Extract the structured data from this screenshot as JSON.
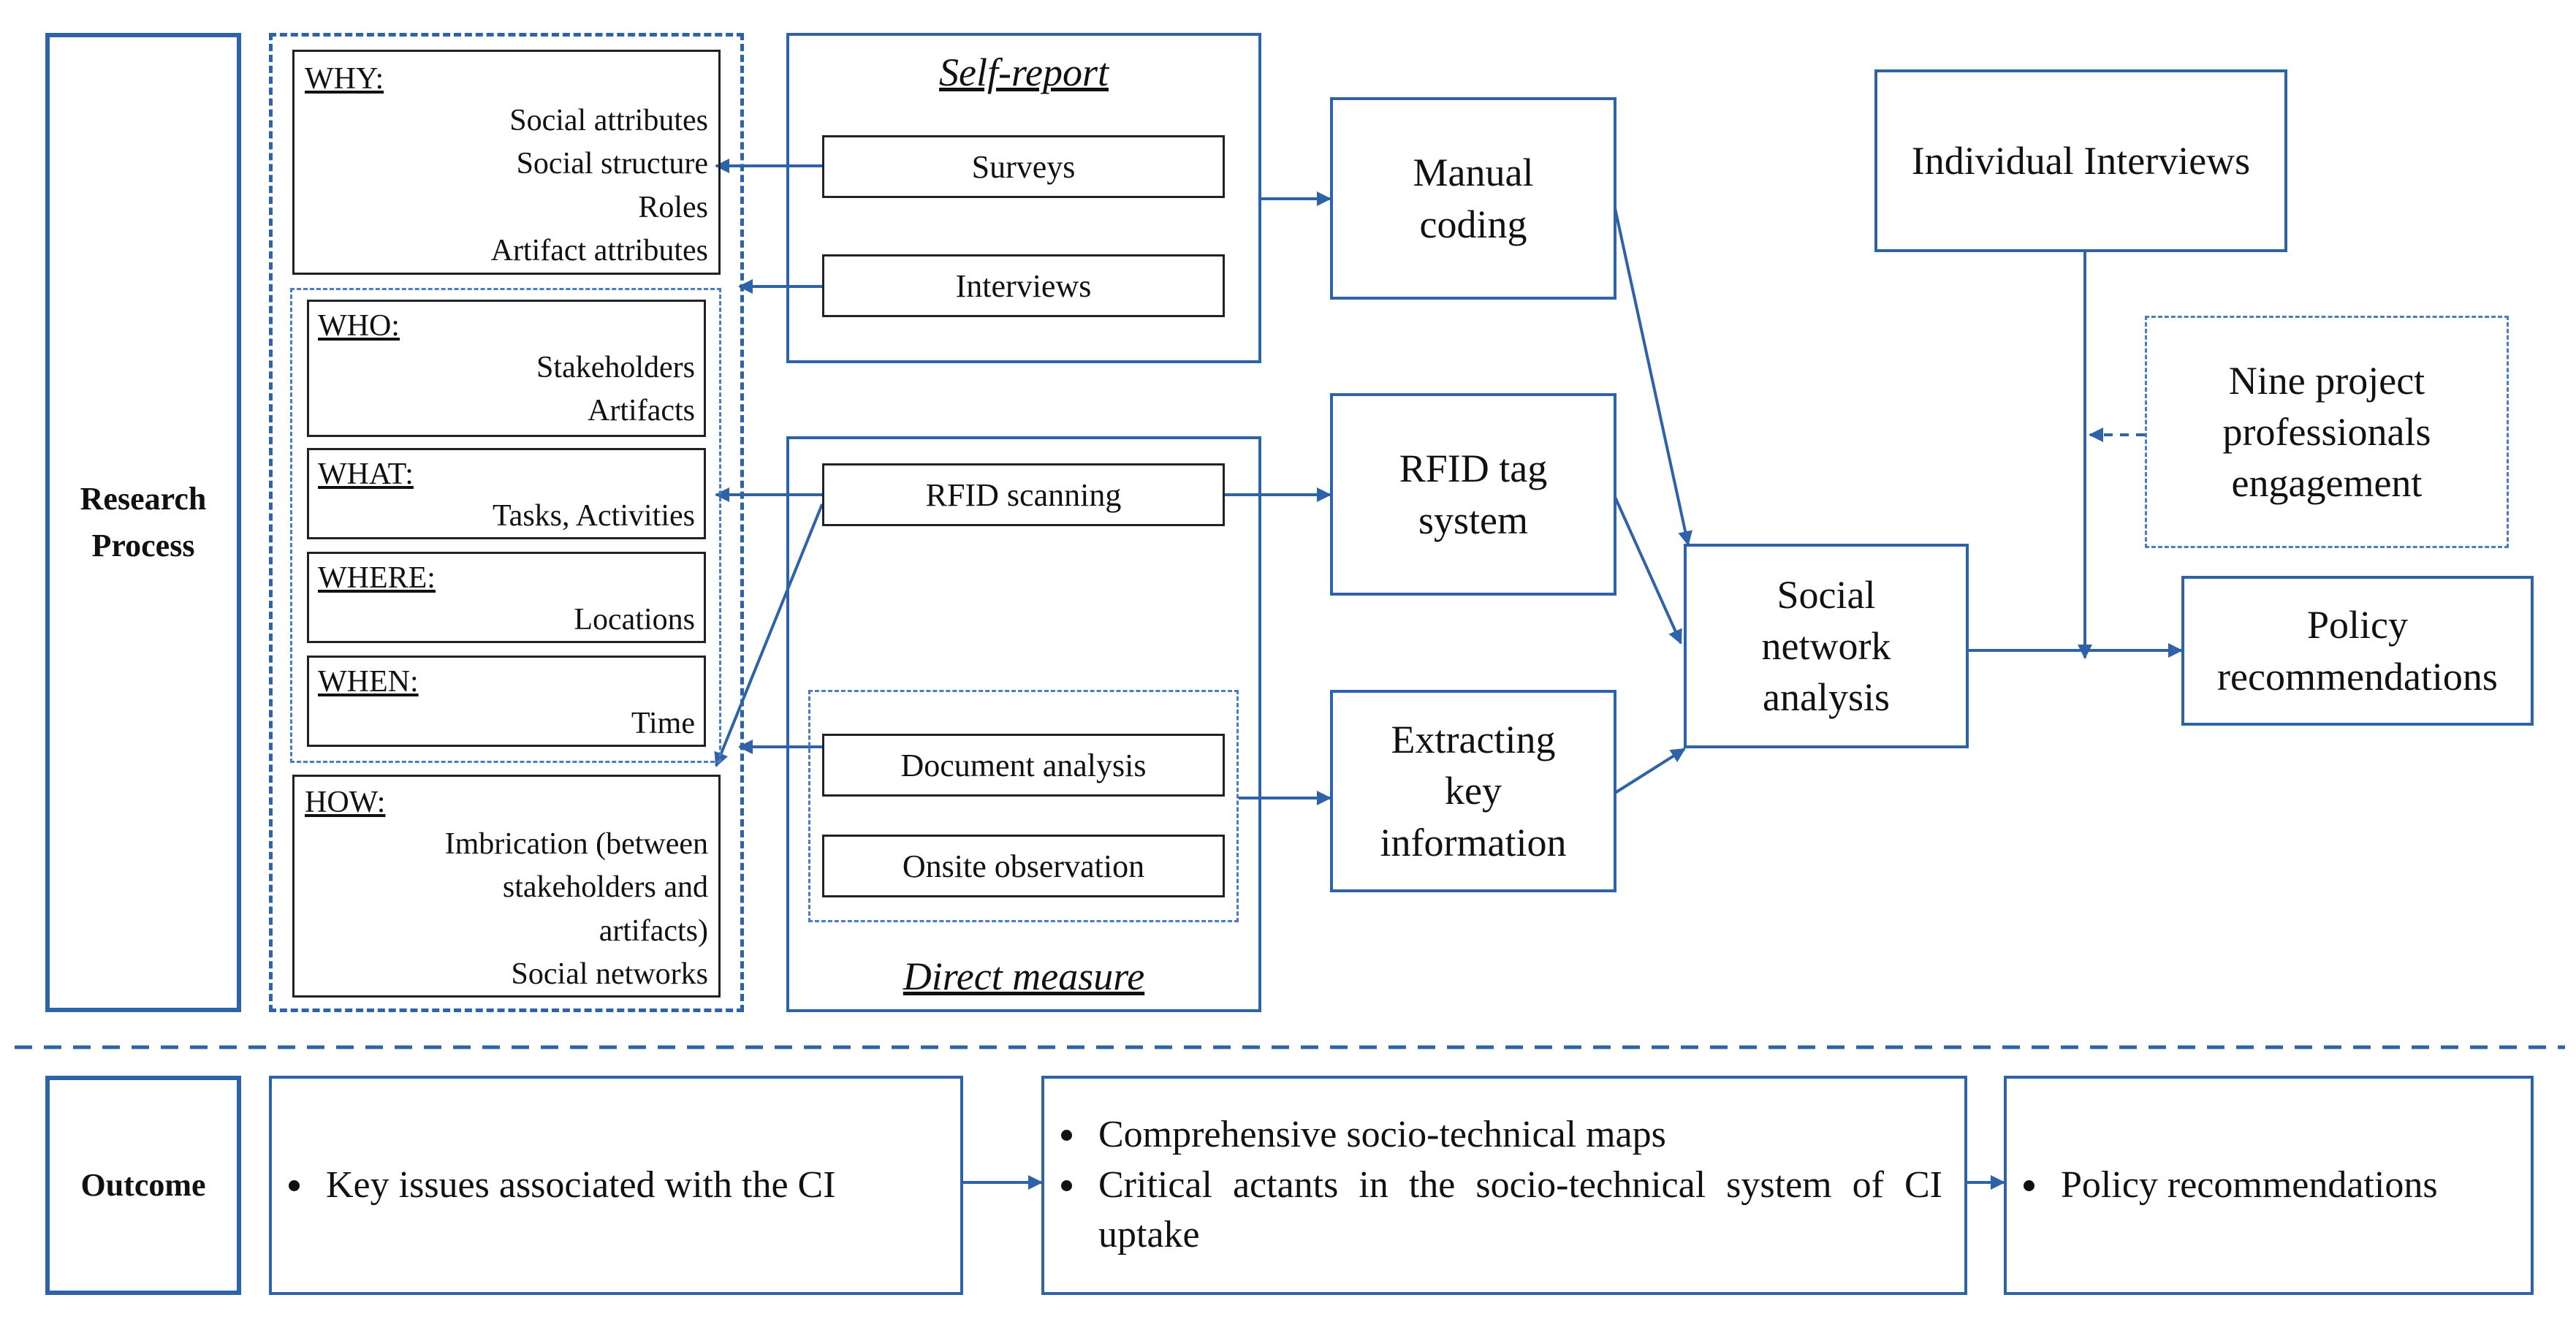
{
  "research_process_label": "Research Process",
  "outcome_label": "Outcome",
  "why": {
    "header": "WHY:",
    "items": [
      "Social attributes",
      "Social structure",
      "Roles",
      "Artifact attributes"
    ]
  },
  "who": {
    "header": "WHO:",
    "items": [
      "Stakeholders",
      "Artifacts"
    ]
  },
  "what": {
    "header": "WHAT:",
    "items": [
      "Tasks, Activities"
    ]
  },
  "where": {
    "header": "WHERE:",
    "items": [
      "Locations"
    ]
  },
  "when": {
    "header": "WHEN:",
    "items": [
      "Time"
    ]
  },
  "how": {
    "header": "HOW:",
    "items": [
      "Imbrication (between",
      "stakeholders and",
      "artifacts)",
      "Social networks"
    ]
  },
  "self_report": {
    "title": "Self-report",
    "surveys": "Surveys",
    "interviews": "Interviews"
  },
  "direct_measure": {
    "title": "Direct measure",
    "rfid_scanning": "RFID scanning",
    "document_analysis": "Document analysis",
    "onsite_observation": "Onsite observation"
  },
  "manual_coding": [
    "Manual",
    "coding"
  ],
  "rfid_tag_system": [
    "RFID tag",
    "system"
  ],
  "extracting_key_information": [
    "Extracting",
    "key",
    "information"
  ],
  "social_network_analysis": [
    "Social",
    "network",
    "analysis"
  ],
  "individual_interviews": "Individual Interviews",
  "nine_professionals": [
    "Nine project",
    "professionals",
    "engagement"
  ],
  "policy_recommendations_box": [
    "Policy",
    "recommendations"
  ],
  "outcome_boxes": {
    "box1": [
      "Key issues associated with the CI"
    ],
    "box2": [
      "Comprehensive socio-technical maps",
      "Critical actants in the socio-technical system of CI uptake"
    ],
    "box3": [
      "Policy recommendations"
    ]
  }
}
